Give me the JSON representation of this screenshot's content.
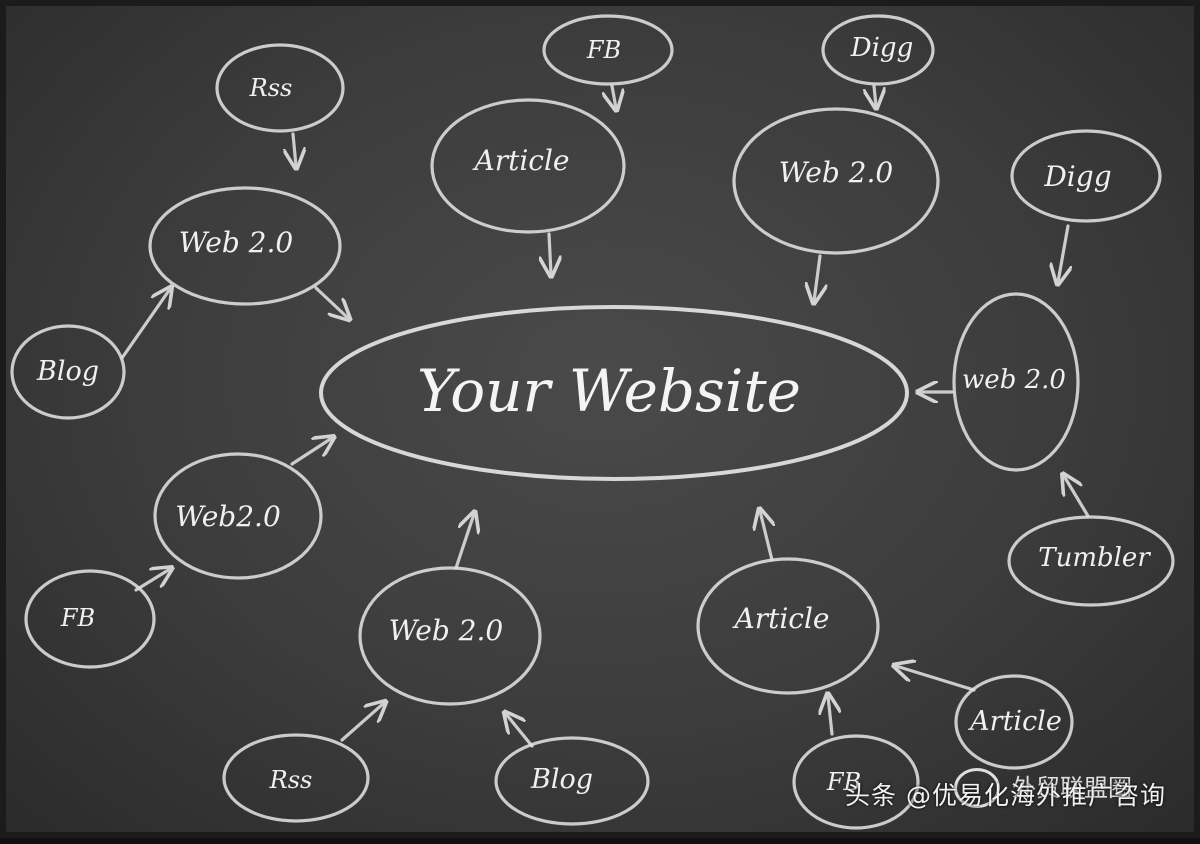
{
  "center": {
    "label": "Your Website"
  },
  "nodes": [
    {
      "id": "rss-top",
      "label": "Rss"
    },
    {
      "id": "fb-top",
      "label": "FB"
    },
    {
      "id": "digg-top",
      "label": "Digg"
    },
    {
      "id": "article-top",
      "label": "Article"
    },
    {
      "id": "web20-top-right",
      "label": "Web 2.0"
    },
    {
      "id": "digg-right",
      "label": "Digg"
    },
    {
      "id": "web20-top-left",
      "label": "Web 2.0"
    },
    {
      "id": "blog-left",
      "label": "Blog"
    },
    {
      "id": "web20-right",
      "label": "web 2.0"
    },
    {
      "id": "web20-left",
      "label": "Web2.0"
    },
    {
      "id": "tumbler",
      "label": "Tumbler"
    },
    {
      "id": "fb-left",
      "label": "FB"
    },
    {
      "id": "web20-bottom",
      "label": "Web 2.0"
    },
    {
      "id": "article-bottom",
      "label": "Article"
    },
    {
      "id": "article-bottom-right",
      "label": "Article"
    },
    {
      "id": "rss-bottom",
      "label": "Rss"
    },
    {
      "id": "blog-bottom",
      "label": "Blog"
    },
    {
      "id": "fb-bottom",
      "label": "FB"
    }
  ],
  "watermark": {
    "brand": "外贸联盟圈",
    "caption": "头条 @优易化海外推广咨询"
  }
}
